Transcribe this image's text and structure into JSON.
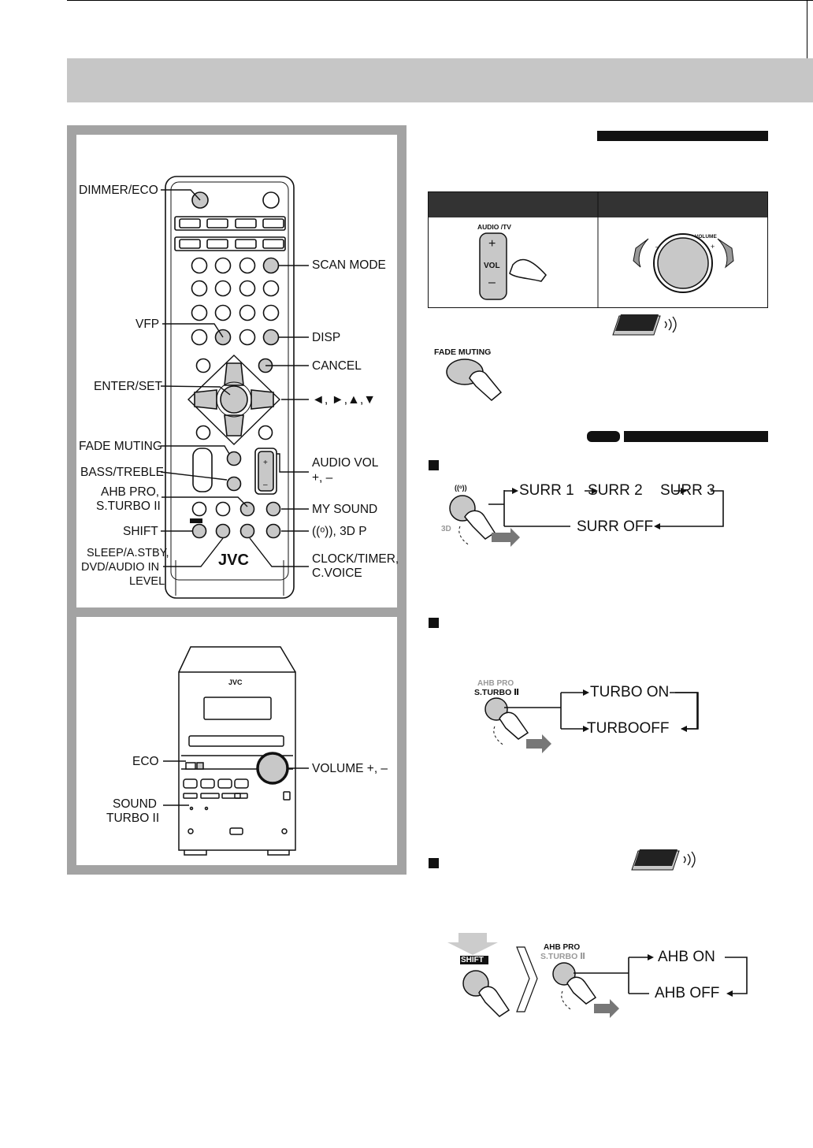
{
  "remote_labels": {
    "dimmer_eco": "DIMMER/ECO",
    "scan_mode": "SCAN MODE",
    "vfp": "VFP",
    "disp": "DISP",
    "cancel": "CANCEL",
    "enter_set": "ENTER/SET",
    "arrows": "◄, ►,▲,▼",
    "fade_muting": "FADE MUTING",
    "audio_vol": "AUDIO VOL",
    "audio_vol_pm": "+, –",
    "bass_treble": "BASS/TREBLE",
    "ahb_pro_1": "AHB PRO,",
    "ahb_pro_2": "S.TURBO II",
    "my_sound": "MY SOUND",
    "shift": "SHIFT",
    "surround_3dp": "((ᵒ)), 3D P",
    "sleep_1": "SLEEP/A.STBY,",
    "sleep_2": "DVD/AUDIO IN",
    "sleep_3": "LEVEL",
    "clock_1": "CLOCK/TIMER,",
    "clock_2": "C.VOICE",
    "brand": "JVC"
  },
  "unit_labels": {
    "eco": "ECO",
    "volume": "VOLUME +, –",
    "sound_1": "SOUND",
    "sound_2": "TURBO II",
    "brand": "JVC"
  },
  "volume_illustration": {
    "audio_tv": "AUDIO /TV",
    "plus": "+",
    "vol": "VOL",
    "minus": "–",
    "knob_label": "VOLUME",
    "knob_minus": "–",
    "knob_plus": "+"
  },
  "fade_muting_button": "FADE MUTING",
  "surround": {
    "icon_label": "((ᵒ))",
    "threed": "3D",
    "surr1": "SURR 1",
    "surr2": "SURR 2",
    "surr3": "SURR 3",
    "surr_off": "SURR OFF"
  },
  "turbo": {
    "button_1": "AHB PRO",
    "button_2": "S.TURBO Ⅱ",
    "on": "TURBO ON",
    "off": "TURBOOFF"
  },
  "ahb": {
    "shift": "SHIFT",
    "button_1": "AHB PRO",
    "button_2": "S.TURBO Ⅱ",
    "on": "AHB ON",
    "off": "AHB OFF"
  }
}
